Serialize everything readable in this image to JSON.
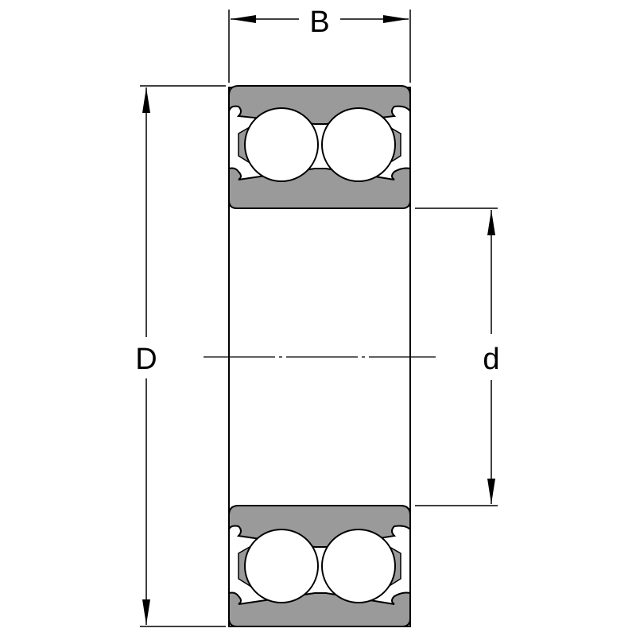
{
  "diagram": {
    "labels": {
      "width": "B",
      "outer_diameter": "D",
      "inner_diameter": "d"
    },
    "colors": {
      "ring_fill": "#9a9a9a",
      "stroke": "#000000",
      "background": "#ffffff"
    }
  }
}
